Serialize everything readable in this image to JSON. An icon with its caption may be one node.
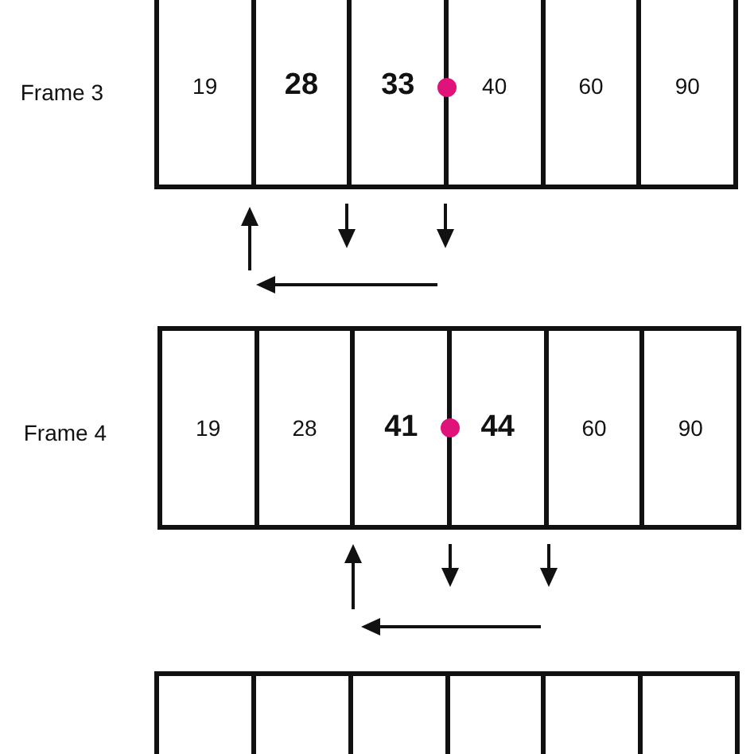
{
  "diagram": {
    "nodes": [
      {
        "text": [
          "Frame 3"
        ]
      },
      {
        "text": [
          "19"
        ],
        "in": 0
      },
      {
        "text": [
          "28"
        ],
        "in": 0
      },
      {
        "text": [
          "33"
        ],
        "in": 0
      },
      {
        "text": [
          "40"
        ],
        "in": 0
      },
      {
        "text": [
          "60"
        ],
        "in": 0
      },
      {
        "text": [
          "90"
        ],
        "in": 0
      },
      {
        "text": [
          "Frame 4"
        ]
      },
      {
        "text": [
          "19"
        ],
        "in": 7
      },
      {
        "text": [
          "28"
        ],
        "in": 7
      },
      {
        "text": [
          "41"
        ],
        "in": 7
      },
      {
        "text": [
          "44"
        ],
        "in": 7
      },
      {
        "text": [
          "60"
        ],
        "in": 7
      },
      {
        "text": [
          "90"
        ],
        "in": 7
      },
      {
        "text": [],
        "shape": "box"
      },
      {
        "text": [],
        "shape": "box",
        "in": 14
      },
      {
        "text": [],
        "shape": "box",
        "in": 14
      },
      {
        "text": [],
        "shape": "box",
        "in": 14
      },
      {
        "text": [],
        "shape": "box",
        "in": 14
      },
      {
        "text": [],
        "shape": "box",
        "in": 14
      },
      {
        "text": [],
        "shape": "box",
        "in": 14
      }
    ]
  }
}
